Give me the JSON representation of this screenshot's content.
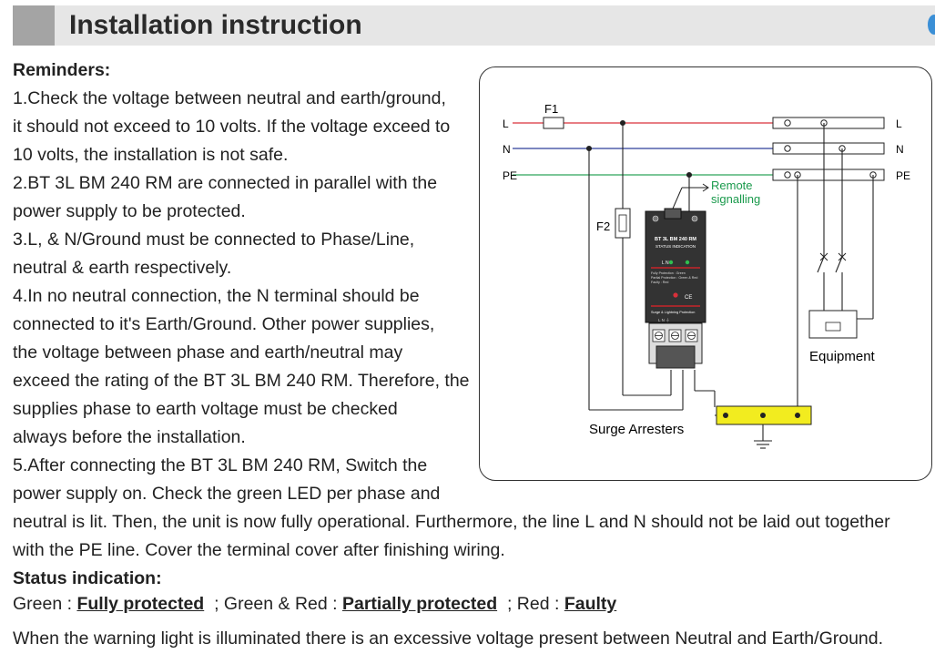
{
  "header": {
    "title": "Installation instruction"
  },
  "reminders": {
    "heading": "Reminders:",
    "lines": [
      "1.Check the voltage between neutral and earth/ground,",
      "it should not exceed to 10 volts. If the voltage exceed to",
      "10 volts, the installation is not safe.",
      "2.BT 3L BM 240 RM are connected in parallel with the",
      "power supply to be protected.",
      "3.L, & N/Ground must be connected to Phase/Line,",
      "neutral & earth respectively.",
      "4.In no neutral connection, the N terminal should be",
      "connected to it's Earth/Ground. Other power supplies,",
      "the voltage between phase and earth/neutral may",
      "exceed the rating of the BT 3L BM 240 RM. Therefore, the",
      "supplies phase to earth voltage must be checked",
      "always before the installation.",
      "5.After connecting the BT 3L BM 240 RM, Switch the",
      "power supply on. Check the green LED per phase and",
      "neutral is lit. Then, the unit is now fully operational. Furthermore, the line L and N should not be laid out together",
      "with the PE line. Cover the terminal cover after finishing wiring."
    ]
  },
  "status": {
    "heading": "Status indication:",
    "green_label": "Green : ",
    "green_value": "Fully protected",
    "sep1": "  ; Green & Red : ",
    "green_red_value": "Partially protected",
    "sep2": "  ; Red : ",
    "red_value": "Faulty"
  },
  "warning": "When the warning light is illuminated there is an excessive voltage present between Neutral and Earth/Ground.",
  "diagram": {
    "labels": {
      "f1": "F1",
      "f2": "F2",
      "l_left": "L",
      "n_left": "N",
      "pe_left": "PE",
      "l_right": "L",
      "n_right": "N",
      "pe_right": "PE",
      "remote_1": "Remote",
      "remote_2": "signalling",
      "equipment": "Equipment",
      "surge": "Surge Arresters"
    },
    "device": {
      "model": "BT 3L BM 240 RM",
      "subtitle": "STATUS INDICATION",
      "led_row": "L   N",
      "legend_1": "Fully Protection : Green",
      "legend_2": "Partial Protection : Green & Red",
      "legend_3": "Faulty : Red",
      "brand": "Surge & Lightning Protection",
      "ce": "CE",
      "terminals": "L   N   ⏚"
    },
    "colors": {
      "line_l": "#d9303a",
      "line_n": "#2f3f9a",
      "line_pe": "#2fa35a",
      "earth_bar": "#f2ec1f",
      "remote_text": "#1a9a4c"
    }
  }
}
